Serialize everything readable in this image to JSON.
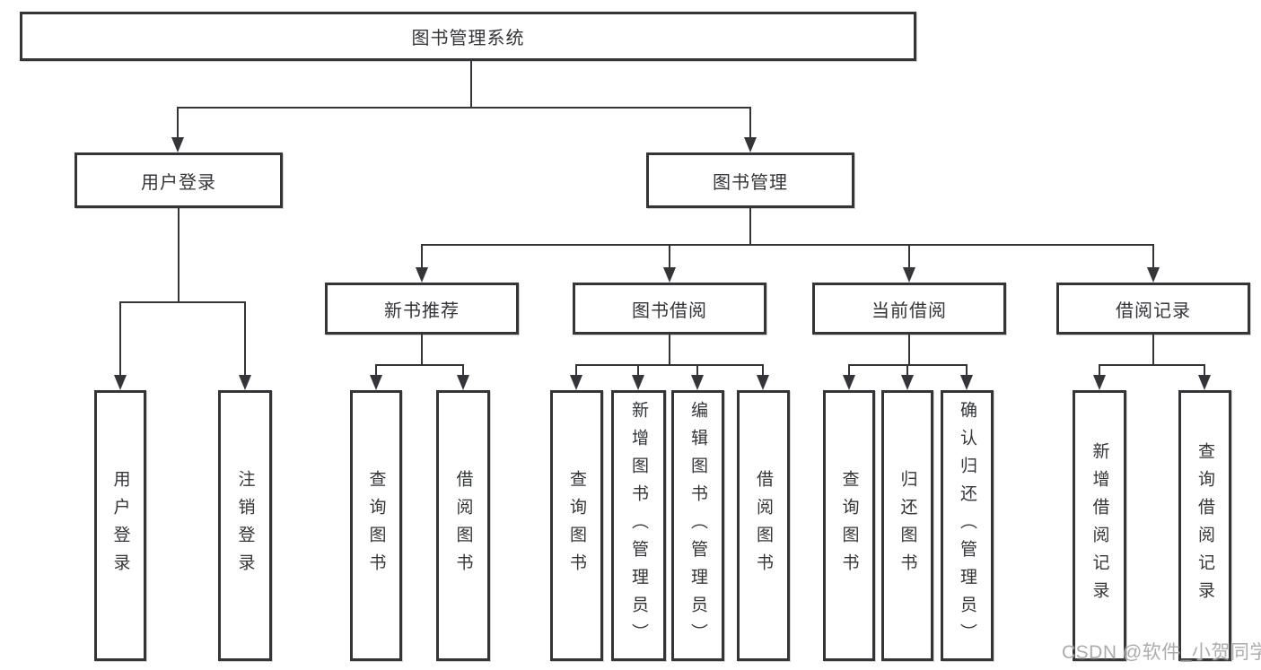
{
  "tree": {
    "root": {
      "label": "图书管理系统",
      "children": [
        {
          "label": "用户登录",
          "children": [
            {
              "label": "用户登录"
            },
            {
              "label": "注销登录"
            }
          ]
        },
        {
          "label": "图书管理",
          "children": [
            {
              "label": "新书推荐",
              "children": [
                {
                  "label": "查询图书"
                },
                {
                  "label": "借阅图书"
                }
              ]
            },
            {
              "label": "图书借阅",
              "children": [
                {
                  "label": "查询图书"
                },
                {
                  "label": "新增图书（管理员）"
                },
                {
                  "label": "编辑图书（管理员）"
                },
                {
                  "label": "借阅图书"
                }
              ]
            },
            {
              "label": "当前借阅",
              "children": [
                {
                  "label": "查询图书"
                },
                {
                  "label": "归还图书"
                },
                {
                  "label": "确认归还（管理员）"
                }
              ]
            },
            {
              "label": "借阅记录",
              "children": [
                {
                  "label": "新增借阅记录"
                },
                {
                  "label": "查询借阅记录"
                }
              ]
            }
          ]
        }
      ]
    }
  },
  "watermark": {
    "text": "CSDN @软件_小贺同学"
  },
  "colors": {
    "line": "#333538",
    "text": "#333538",
    "watermark": "#a8a8a8",
    "background": "#ffffff"
  }
}
